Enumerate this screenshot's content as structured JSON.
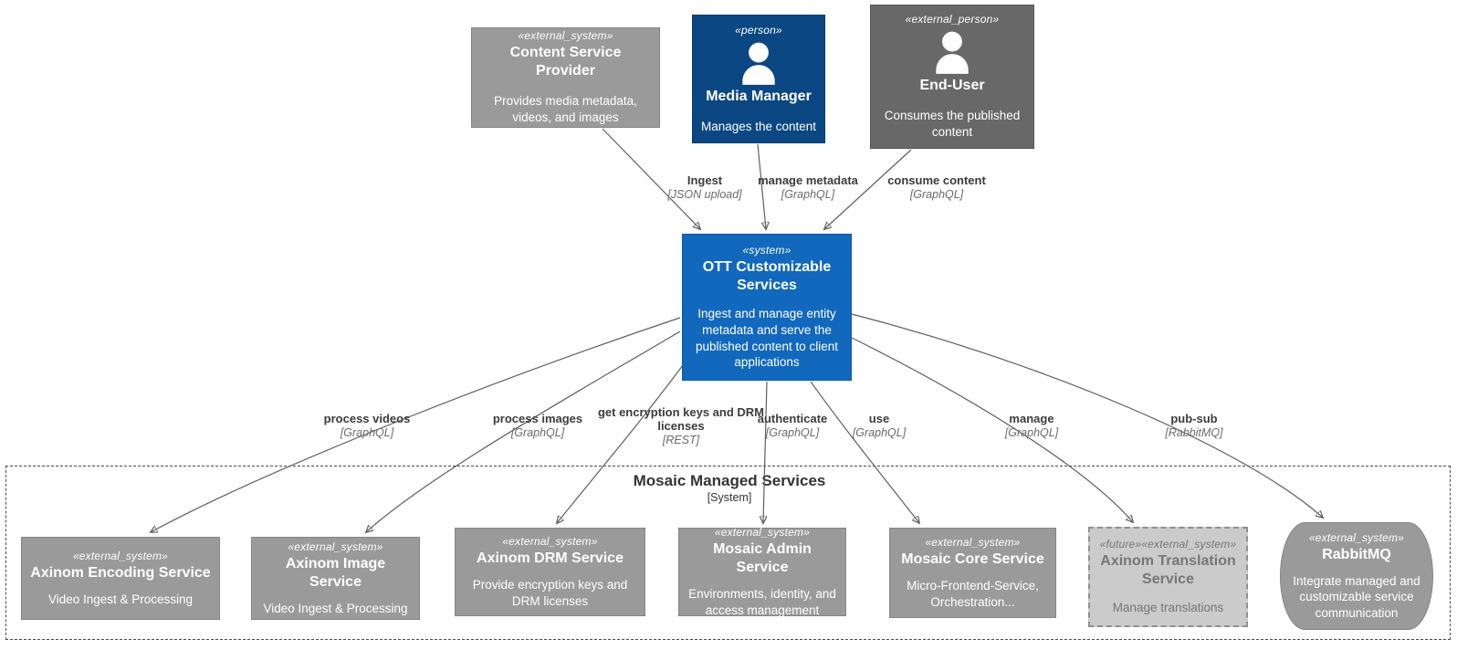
{
  "diagram": {
    "type": "c4-system-context",
    "boundary": {
      "title": "Mosaic Managed Services",
      "subtitle": "[System]"
    },
    "nodes": {
      "csp": {
        "stereotype": "«external_system»",
        "name": "Content Service Provider",
        "desc": "Provides media metadata, videos, and images"
      },
      "media_manager": {
        "stereotype": "«person»",
        "name": "Media Manager",
        "desc": "Manages the content"
      },
      "end_user": {
        "stereotype": "«external_person»",
        "name": "End-User",
        "desc": "Consumes the published content"
      },
      "ott": {
        "stereotype": "«system»",
        "name": "OTT Customizable Services",
        "desc": "Ingest and manage entity metadata and serve the published content to client applications"
      },
      "encoding": {
        "stereotype": "«external_system»",
        "name": "Axinom Encoding Service",
        "desc": "Video Ingest & Processing"
      },
      "image": {
        "stereotype": "«external_system»",
        "name": "Axinom Image Service",
        "desc": "Video Ingest & Processing"
      },
      "drm": {
        "stereotype": "«external_system»",
        "name": "Axinom DRM Service",
        "desc": "Provide encryption keys and DRM licenses"
      },
      "admin": {
        "stereotype": "«external_system»",
        "name": "Mosaic Admin Service",
        "desc": "Environments, identity, and access management"
      },
      "core": {
        "stereotype": "«external_system»",
        "name": "Mosaic Core Service",
        "desc": "Micro-Frontend-Service, Orchestration..."
      },
      "translation": {
        "stereotype": "«future»«external_system»",
        "name": "Axinom Translation Service",
        "desc": "Manage translations"
      },
      "rabbitmq": {
        "stereotype": "«external_system»",
        "name": "RabbitMQ",
        "desc": "Integrate managed and customizable service communication"
      }
    },
    "edges": {
      "ingest": {
        "label": "Ingest",
        "tech": "[JSON upload]"
      },
      "manage_metadata": {
        "label": "manage metadata",
        "tech": "[GraphQL]"
      },
      "consume_content": {
        "label": "consume content",
        "tech": "[GraphQL]"
      },
      "process_videos": {
        "label": "process videos",
        "tech": "[GraphQL]"
      },
      "process_images": {
        "label": "process images",
        "tech": "[GraphQL]"
      },
      "drm_keys": {
        "label": "get encryption keys and DRM licenses",
        "tech": "[REST]"
      },
      "authenticate": {
        "label": "authenticate",
        "tech": "[GraphQL]"
      },
      "use": {
        "label": "use",
        "tech": "[GraphQL]"
      },
      "manage": {
        "label": "manage",
        "tech": "[GraphQL]"
      },
      "pub_sub": {
        "label": "pub-sub",
        "tech": "[RabbitMQ]"
      }
    },
    "colors": {
      "system_bg": "#1168bd",
      "person_bg": "#0b4782",
      "external_system_bg": "#9a9a9a",
      "external_person_bg": "#686868",
      "future_bg": "#cbcbcb",
      "future_text": "#767676",
      "edge_line": "#5f5f5f",
      "edge_label": "#3c3c3c",
      "background": "#ffffff"
    }
  }
}
